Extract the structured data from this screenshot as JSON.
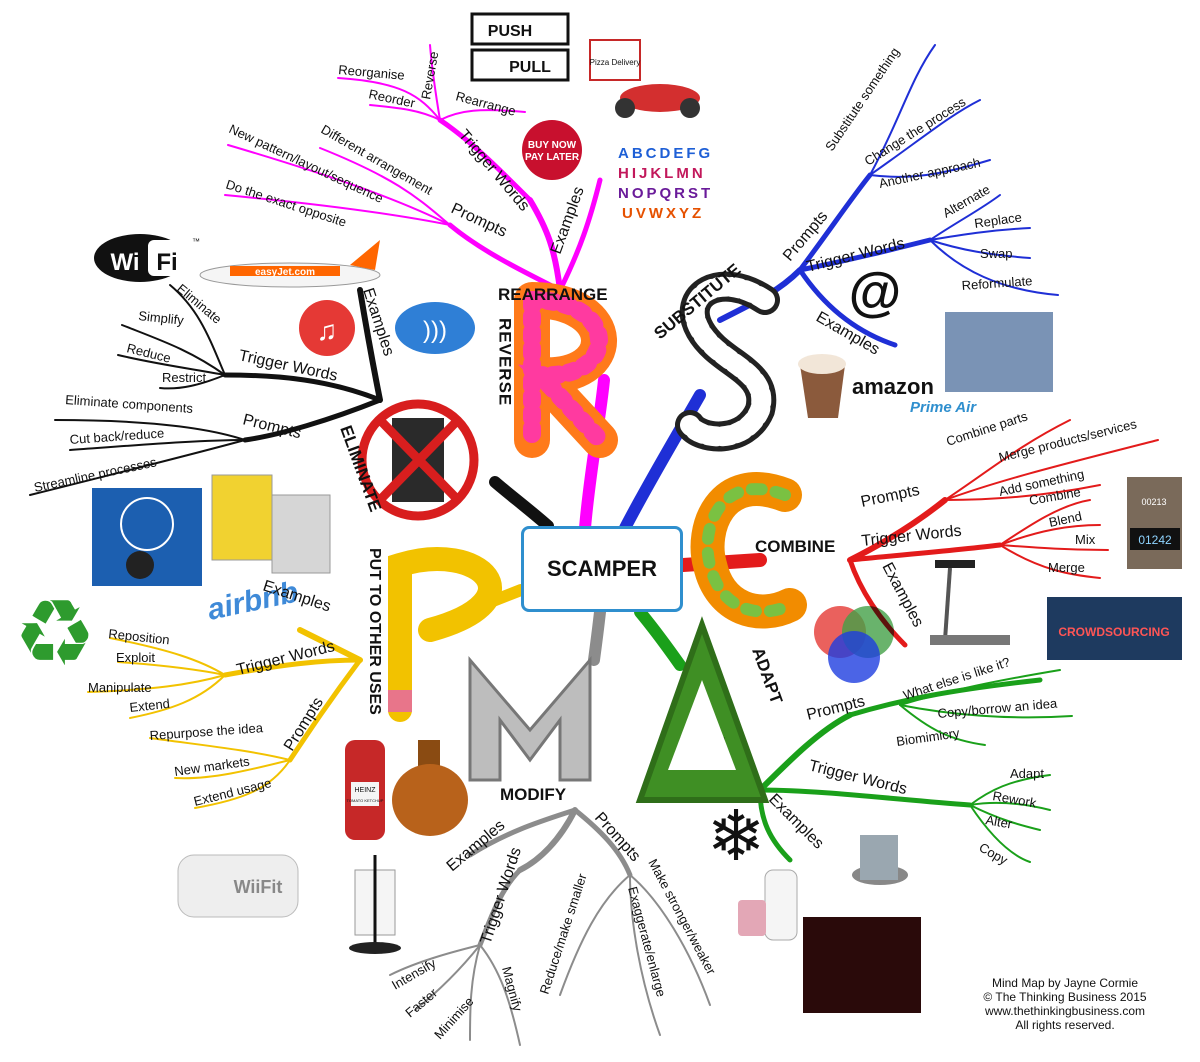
{
  "center": {
    "title": "SCAMPER"
  },
  "branches": {
    "rearrange": {
      "title": "REARRANGE",
      "letters": "REVERSE",
      "color": "#ff00ff",
      "groups": [
        "Trigger Words",
        "Prompts",
        "Examples"
      ],
      "trigger_words": [
        "Reverse",
        "Rearrange",
        "Reorder",
        "Reorganise"
      ],
      "prompts": [
        "Different arrangement",
        "New pattern/layout/sequence",
        "Do the exact opposite"
      ],
      "examples": [
        "PUSH",
        "PULL",
        "Pizza Delivery",
        "BUY NOW",
        "PAY LATER",
        "ABCDEFG",
        "HIJKLMN",
        "NOPQRST",
        "UVWXYZ"
      ]
    },
    "substitute": {
      "title": "SUBSTITUTE",
      "color": "#1f2fd6",
      "groups": [
        "Prompts",
        "Trigger Words",
        "Examples"
      ],
      "prompts": [
        "Substitute something",
        "Change the process",
        "Another approach"
      ],
      "trigger_words": [
        "Alternate",
        "Replace",
        "Swap",
        "Reformulate"
      ],
      "examples": [
        "@",
        "amazon",
        "Prime Air"
      ]
    },
    "combine": {
      "title": "COMBINE",
      "color": "#e31b1b",
      "groups": [
        "Prompts",
        "Trigger Words",
        "Examples"
      ],
      "prompts": [
        "Combine parts",
        "Merge products/services",
        "Add something"
      ],
      "trigger_words": [
        "Combine",
        "Blend",
        "Mix",
        "Merge"
      ],
      "examples": [
        "00213",
        "01242",
        "CROWDSOURCING"
      ]
    },
    "adapt": {
      "title": "ADAPT",
      "color": "#1aa01a",
      "groups": [
        "Prompts",
        "Trigger Words",
        "Examples"
      ],
      "prompts": [
        "What else is like it?",
        "Copy/borrow an idea",
        "Biomimicry"
      ],
      "trigger_words": [
        "Adapt",
        "Rework",
        "Alter",
        "Copy"
      ]
    },
    "modify": {
      "title": "MODIFY",
      "color": "#8c8c8c",
      "groups": [
        "Examples",
        "Trigger Words",
        "Prompts"
      ],
      "trigger_words": [
        "Intensify",
        "Faster",
        "Minimise",
        "Magnify"
      ],
      "prompts": [
        "Reduce/make smaller",
        "Exaggerate/enlarge",
        "Make stronger/weaker"
      ],
      "examples": [
        "HEINZ",
        "TOMATO KETCHUP",
        "WiiFit"
      ]
    },
    "put_to_other_uses": {
      "title": "PUT TO OTHER USES",
      "color": "#f2c200",
      "groups": [
        "Examples",
        "Trigger Words",
        "Prompts"
      ],
      "trigger_words": [
        "Reposition",
        "Exploit",
        "Manipulate",
        "Extend"
      ],
      "prompts": [
        "Repurpose the idea",
        "New markets",
        "Extend usage"
      ],
      "examples": [
        "airbnb"
      ]
    },
    "eliminate": {
      "title": "ELIMINATE",
      "color": "#111111",
      "groups": [
        "Examples",
        "Trigger Words",
        "Prompts"
      ],
      "trigger_words": [
        "Eliminate",
        "Simplify",
        "Reduce",
        "Restrict"
      ],
      "prompts": [
        "Eliminate components",
        "Cut back/reduce",
        "Streamline processes"
      ],
      "examples": [
        "Wi",
        "Fi",
        "™",
        "easyJet.com"
      ]
    }
  },
  "credits": [
    "Mind Map by Jayne Cormie",
    "© The Thinking Business 2015",
    "www.thethinkingbusiness.com",
    "All rights reserved."
  ]
}
